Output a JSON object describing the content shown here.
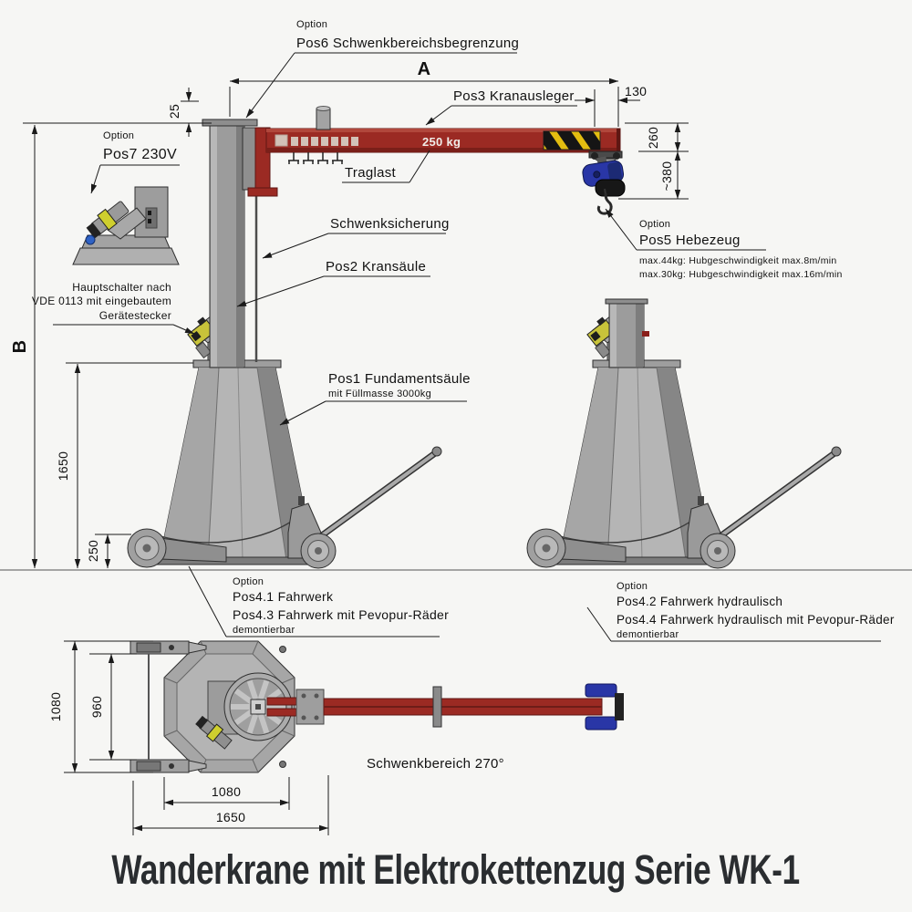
{
  "title": "Wanderkrane mit Elektrokettenzug Serie WK-1",
  "side_view": {
    "option_label": "Option",
    "pos6_label": "Pos6 Schwenkbereichsbegrenzung",
    "pos3_label": "Pos3 Kranausleger",
    "traglast_label": "Traglast",
    "load_capacity": "250 kg",
    "pos7_label": "Pos7 230V",
    "schwenksicherung_label": "Schwenksicherung",
    "pos2_label": "Pos2 Kransäule",
    "hauptschalter_lines": [
      "Hauptschalter nach",
      "VDE 0113 mit eingebautem",
      "Gerätestecker"
    ],
    "pos1_label": "Pos1 Fundamentsäule",
    "pos1_note": "mit Füllmasse 3000kg",
    "pos5_label": "Pos5 Hebezeug",
    "pos5_spec_1": "max.44kg: Hubgeschwindigkeit max.8m/min",
    "pos5_spec_2": "max.30kg: Hubgeschwindigkeit max.16m/min",
    "pos4_left_line1": "Pos4.1 Fahrwerk",
    "pos4_left_line2": "Pos4.3 Fahrwerk mit Pevopur-Räder",
    "pos4_right_line1": "Pos4.2 Fahrwerk hydraulisch",
    "pos4_right_line2": "Pos4.4 Fahrwerk hydraulisch mit Pevopur-Räder",
    "demontierbar_note": "demontierbar"
  },
  "top_view": {
    "schwenkbereich_label": "Schwenkbereich 270°"
  },
  "dimensions": {
    "A": "A",
    "B": "B",
    "offset_130": "130",
    "offset_25": "25",
    "height_260": "260",
    "height_380": "~380",
    "height_1650": "1650",
    "height_250": "250",
    "width_1080_outer": "1080",
    "width_960_inner": "960",
    "length_1080_base": "1080",
    "length_1650_total": "1650"
  },
  "colors": {
    "background": "#f6f6f4",
    "line": "#1a1a1a",
    "crane_red": "#9b2a23",
    "hazard_yellow": "#e3bd10",
    "hoist_blue": "#2936a6",
    "steel_light": "#b5b5b5",
    "steel_dark": "#7d7d7d",
    "title_text": "#2a2d30"
  }
}
